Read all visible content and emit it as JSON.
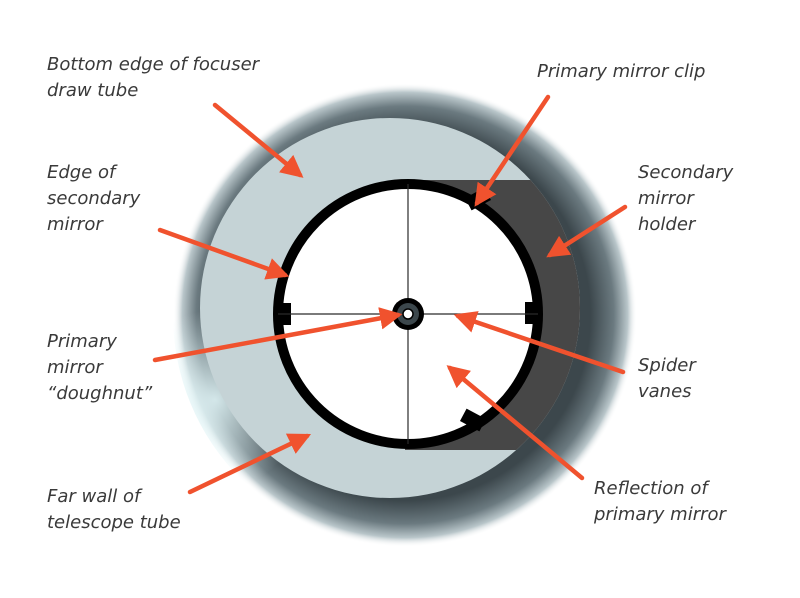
{
  "labels": {
    "focuser_edge": [
      "Bottom edge of focuser",
      "draw tube"
    ],
    "secondary_edge": [
      "Edge of",
      "secondary",
      "mirror"
    ],
    "primary_doughnut": [
      "Primary",
      "mirror",
      "“doughnut”"
    ],
    "far_wall": [
      "Far wall of",
      "telescope tube"
    ],
    "mirror_clip": [
      "Primary mirror clip"
    ],
    "secondary_holder": [
      "Secondary",
      "mirror",
      "holder"
    ],
    "spider_vanes": [
      "Spider",
      "vanes"
    ],
    "reflection": [
      "Reflection of",
      "primary mirror"
    ]
  },
  "colors": {
    "arrow": "#f0522e",
    "label_text": "#3a3a3a",
    "tube_dark": "#3c474c",
    "tube_light": "#c5d3d6",
    "secondary_holder": "#474747",
    "mirror_ring": "#000000",
    "mirror_face": "#ffffff"
  }
}
